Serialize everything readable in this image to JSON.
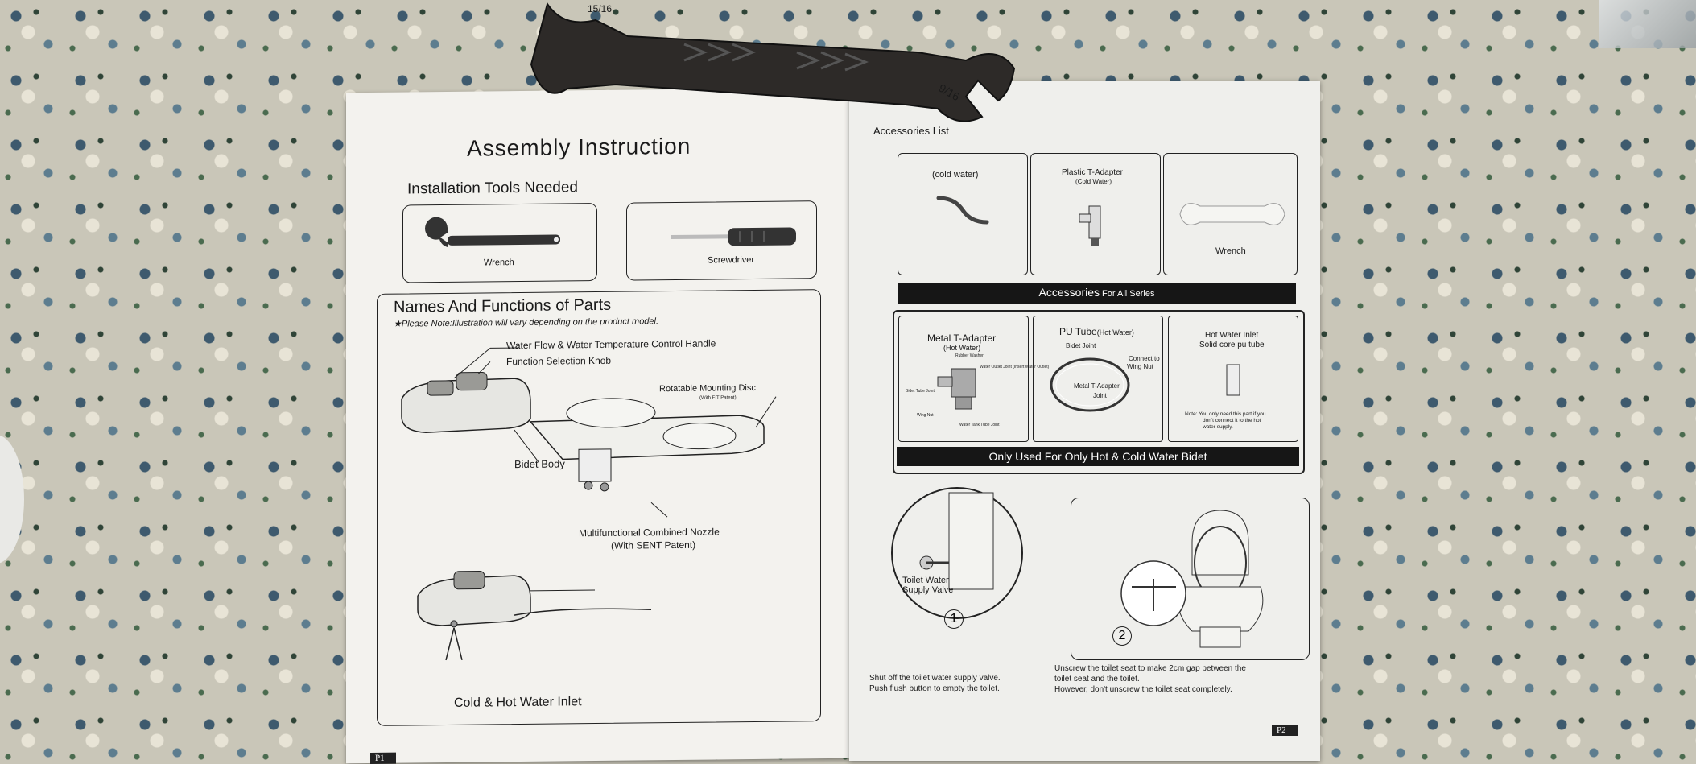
{
  "left_page": {
    "title": "Assembly Instruction",
    "tools_heading": "Installation Tools Needed",
    "tools": [
      {
        "label": "Wrench"
      },
      {
        "label": "Screwdriver"
      }
    ],
    "parts_heading": "Names And Functions of Parts",
    "parts_note": "★Please Note:Illustration will vary depending on the product model.",
    "callouts": {
      "handle": "Water Flow & Water Temperature Control Handle",
      "knob": "Function Selection Knob",
      "disc": "Rotatable Mounting Disc",
      "disc_sub": "(With FIT Patent)",
      "body": "Bidet Body",
      "nozzle": "Multifunctional Combined Nozzle",
      "nozzle_sub": "(With SENT Patent)",
      "inlet": "Cold & Hot Water Inlet"
    },
    "page_number": "P1"
  },
  "right_page": {
    "accessories_list_heading": "Accessories List",
    "accessories": [
      {
        "title": "(cold water)",
        "subtitle": ""
      },
      {
        "title": "Plastic T-Adapter",
        "subtitle": "(Cold Water)"
      },
      {
        "title": "",
        "subtitle": "",
        "label": "Wrench"
      }
    ],
    "accessories_bar_main": "Accessories",
    "accessories_bar_suffix": " For All Series",
    "hot_items": [
      {
        "title": "Metal T-Adapter",
        "subtitle": "(Hot Water)",
        "labels": [
          "Rubber Washer",
          "Water Outlet Joint (Insert Water Outlet)",
          "Bidet Tube Joint",
          "Wing Nut",
          "Water Tank Tube Joint"
        ]
      },
      {
        "title": "PU Tube",
        "title_suffix": "(Hot Water)",
        "labels": [
          "Bidet Joint",
          "Connect to",
          "Wing Nut",
          "Metal T-Adapter",
          "Joint"
        ]
      },
      {
        "title": "Hot Water Inlet",
        "subtitle": "Solid core pu tube",
        "note": [
          "Note:  You only need this part if you",
          "don't connect it to the hot",
          "water supply."
        ]
      }
    ],
    "hot_bar": "Only Used For Only Hot & Cold Water Bidet",
    "step1": {
      "number": "1",
      "label_line1": "Toilet Water",
      "label_line2": "Supply Valve",
      "caption_line1": "Shut off the toilet water supply valve.",
      "caption_line2": "Push flush button to empty the toilet."
    },
    "step2": {
      "number": "2",
      "caption_line1": "Unscrew the toilet seat to make 2cm gap between the",
      "caption_line2": "toilet seat and the toilet.",
      "caption_line3": "However, don't unscrew the toilet seat completely."
    },
    "page_number": "P2"
  },
  "physical_wrench": {
    "markings": [
      "9/16",
      "15/16"
    ]
  }
}
